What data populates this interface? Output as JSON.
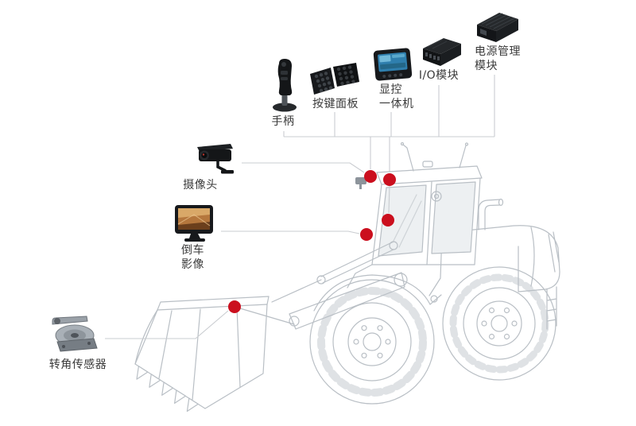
{
  "components": [
    {
      "id": "joystick",
      "label": "手柄"
    },
    {
      "id": "keypad",
      "label": "按键面板"
    },
    {
      "id": "display-unit",
      "label": "显控\n一体机"
    },
    {
      "id": "io-module",
      "label": "I/O模块"
    },
    {
      "id": "power-module",
      "label": "电源管理\n模块"
    },
    {
      "id": "camera",
      "label": "摄像头"
    },
    {
      "id": "rearview-monitor",
      "label": "倒车\n影像"
    },
    {
      "id": "angle-sensor",
      "label": "转角传感器"
    }
  ],
  "mount_points_count": 5,
  "colors": {
    "mount_marker": "#cb0f1e",
    "connector_line": "#c9ccd0",
    "vehicle_line": "#b9bfc5",
    "label_text": "#3a3a3a",
    "background": "#ffffff"
  }
}
